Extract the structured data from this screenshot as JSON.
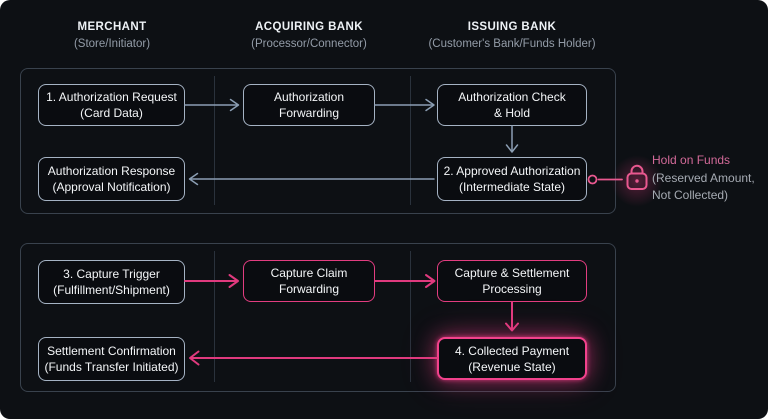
{
  "colors": {
    "accent_pink": "#e8417f",
    "slate_arrow": "#8b9eb3",
    "node_border_slate": "#a5b3c4",
    "card_background": "#0d1014"
  },
  "columns": [
    {
      "title": "MERCHANT",
      "subtitle": "(Store/Initiator)"
    },
    {
      "title": "ACQUIRING BANK",
      "subtitle": "(Processor/Connector)"
    },
    {
      "title": "ISSUING BANK",
      "subtitle": "(Customer's Bank/Funds Holder)"
    }
  ],
  "authorization_phase": {
    "authorization_request": {
      "line1": "1. Authorization Request",
      "line2": "(Card Data)"
    },
    "authorization_forwarding": {
      "line1": "Authorization",
      "line2": "Forwarding"
    },
    "authorization_check": {
      "line1": "Authorization Check",
      "line2": "& Hold"
    },
    "authorization_response": {
      "line1": "Authorization Response",
      "line2": "(Approval Notification)"
    },
    "approved_authorization": {
      "line1": "2. Approved Authorization",
      "line2": "(Intermediate State)"
    }
  },
  "capture_phase": {
    "capture_trigger": {
      "line1": "3. Capture Trigger",
      "line2": "(Fulfillment/Shipment)"
    },
    "capture_claim_forwarding": {
      "line1": "Capture Claim",
      "line2": "Forwarding"
    },
    "capture_settlement_processing": {
      "line1": "Capture & Settlement",
      "line2": "Processing"
    },
    "settlement_confirmation": {
      "line1": "Settlement Confirmation",
      "line2": "(Funds Transfer Initiated)"
    },
    "collected_payment": {
      "line1": "4. Collected Payment",
      "line2": "(Revenue State)"
    }
  },
  "hold_annotation": {
    "title": "Hold on Funds",
    "line2": "(Reserved Amount,",
    "line3": "Not Collected)"
  }
}
